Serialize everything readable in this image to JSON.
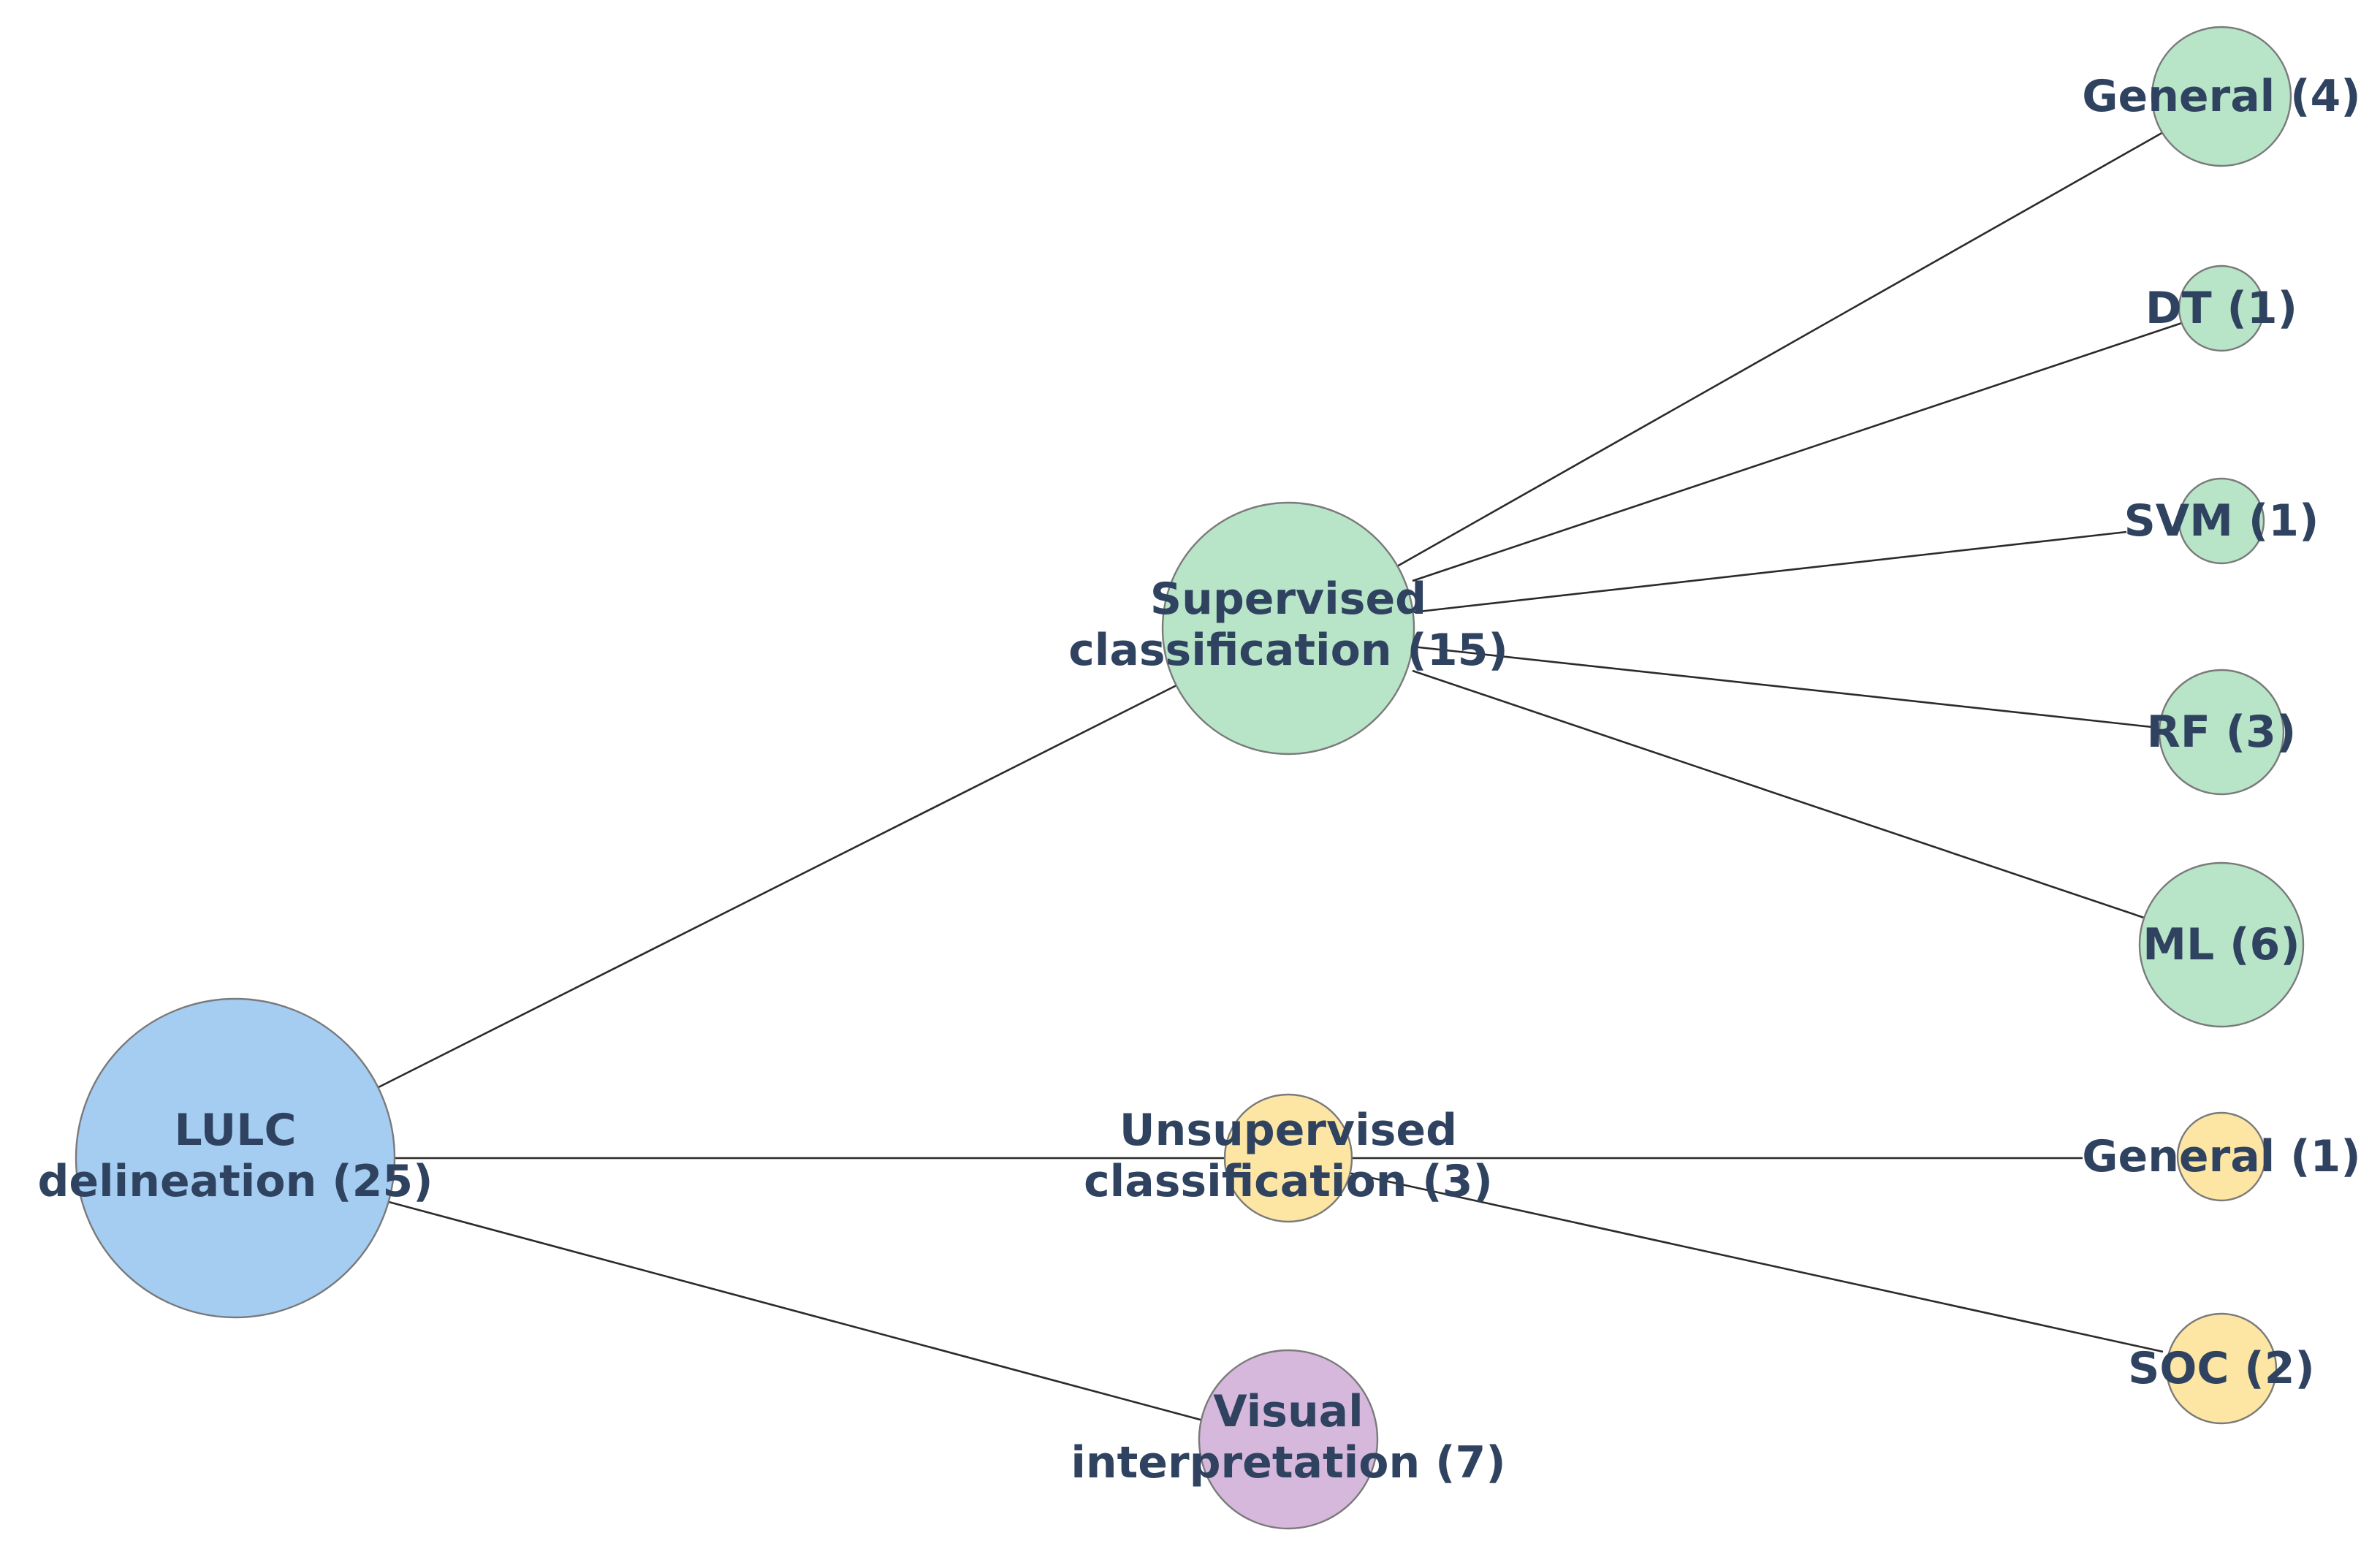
{
  "colors": {
    "root": "#a5cdf2",
    "supervised": "#b8e4c8",
    "unsupervised": "#fde6a4",
    "visual": "#d5b8db",
    "label": "#2f4360",
    "edge": "#2b2b2b"
  },
  "nodes": {
    "lulc": {
      "line1": "LULC",
      "line2": "delineation (25)"
    },
    "supervised": {
      "line1": "Supervised",
      "line2": "classification (15)"
    },
    "unsupervised": {
      "line1": "Unsupervised",
      "line2": "classification (3)"
    },
    "visual": {
      "line1": "Visual",
      "line2": "interpretation (7)"
    },
    "sup_general": {
      "label": "General (4)"
    },
    "sup_dt": {
      "label": "DT (1)"
    },
    "sup_svm": {
      "label": "SVM (1)"
    },
    "sup_rf": {
      "label": "RF (3)"
    },
    "sup_ml": {
      "label": "ML (6)"
    },
    "unsup_general": {
      "label": "General (1)"
    },
    "unsup_soc": {
      "label": "SOC (2)"
    }
  }
}
